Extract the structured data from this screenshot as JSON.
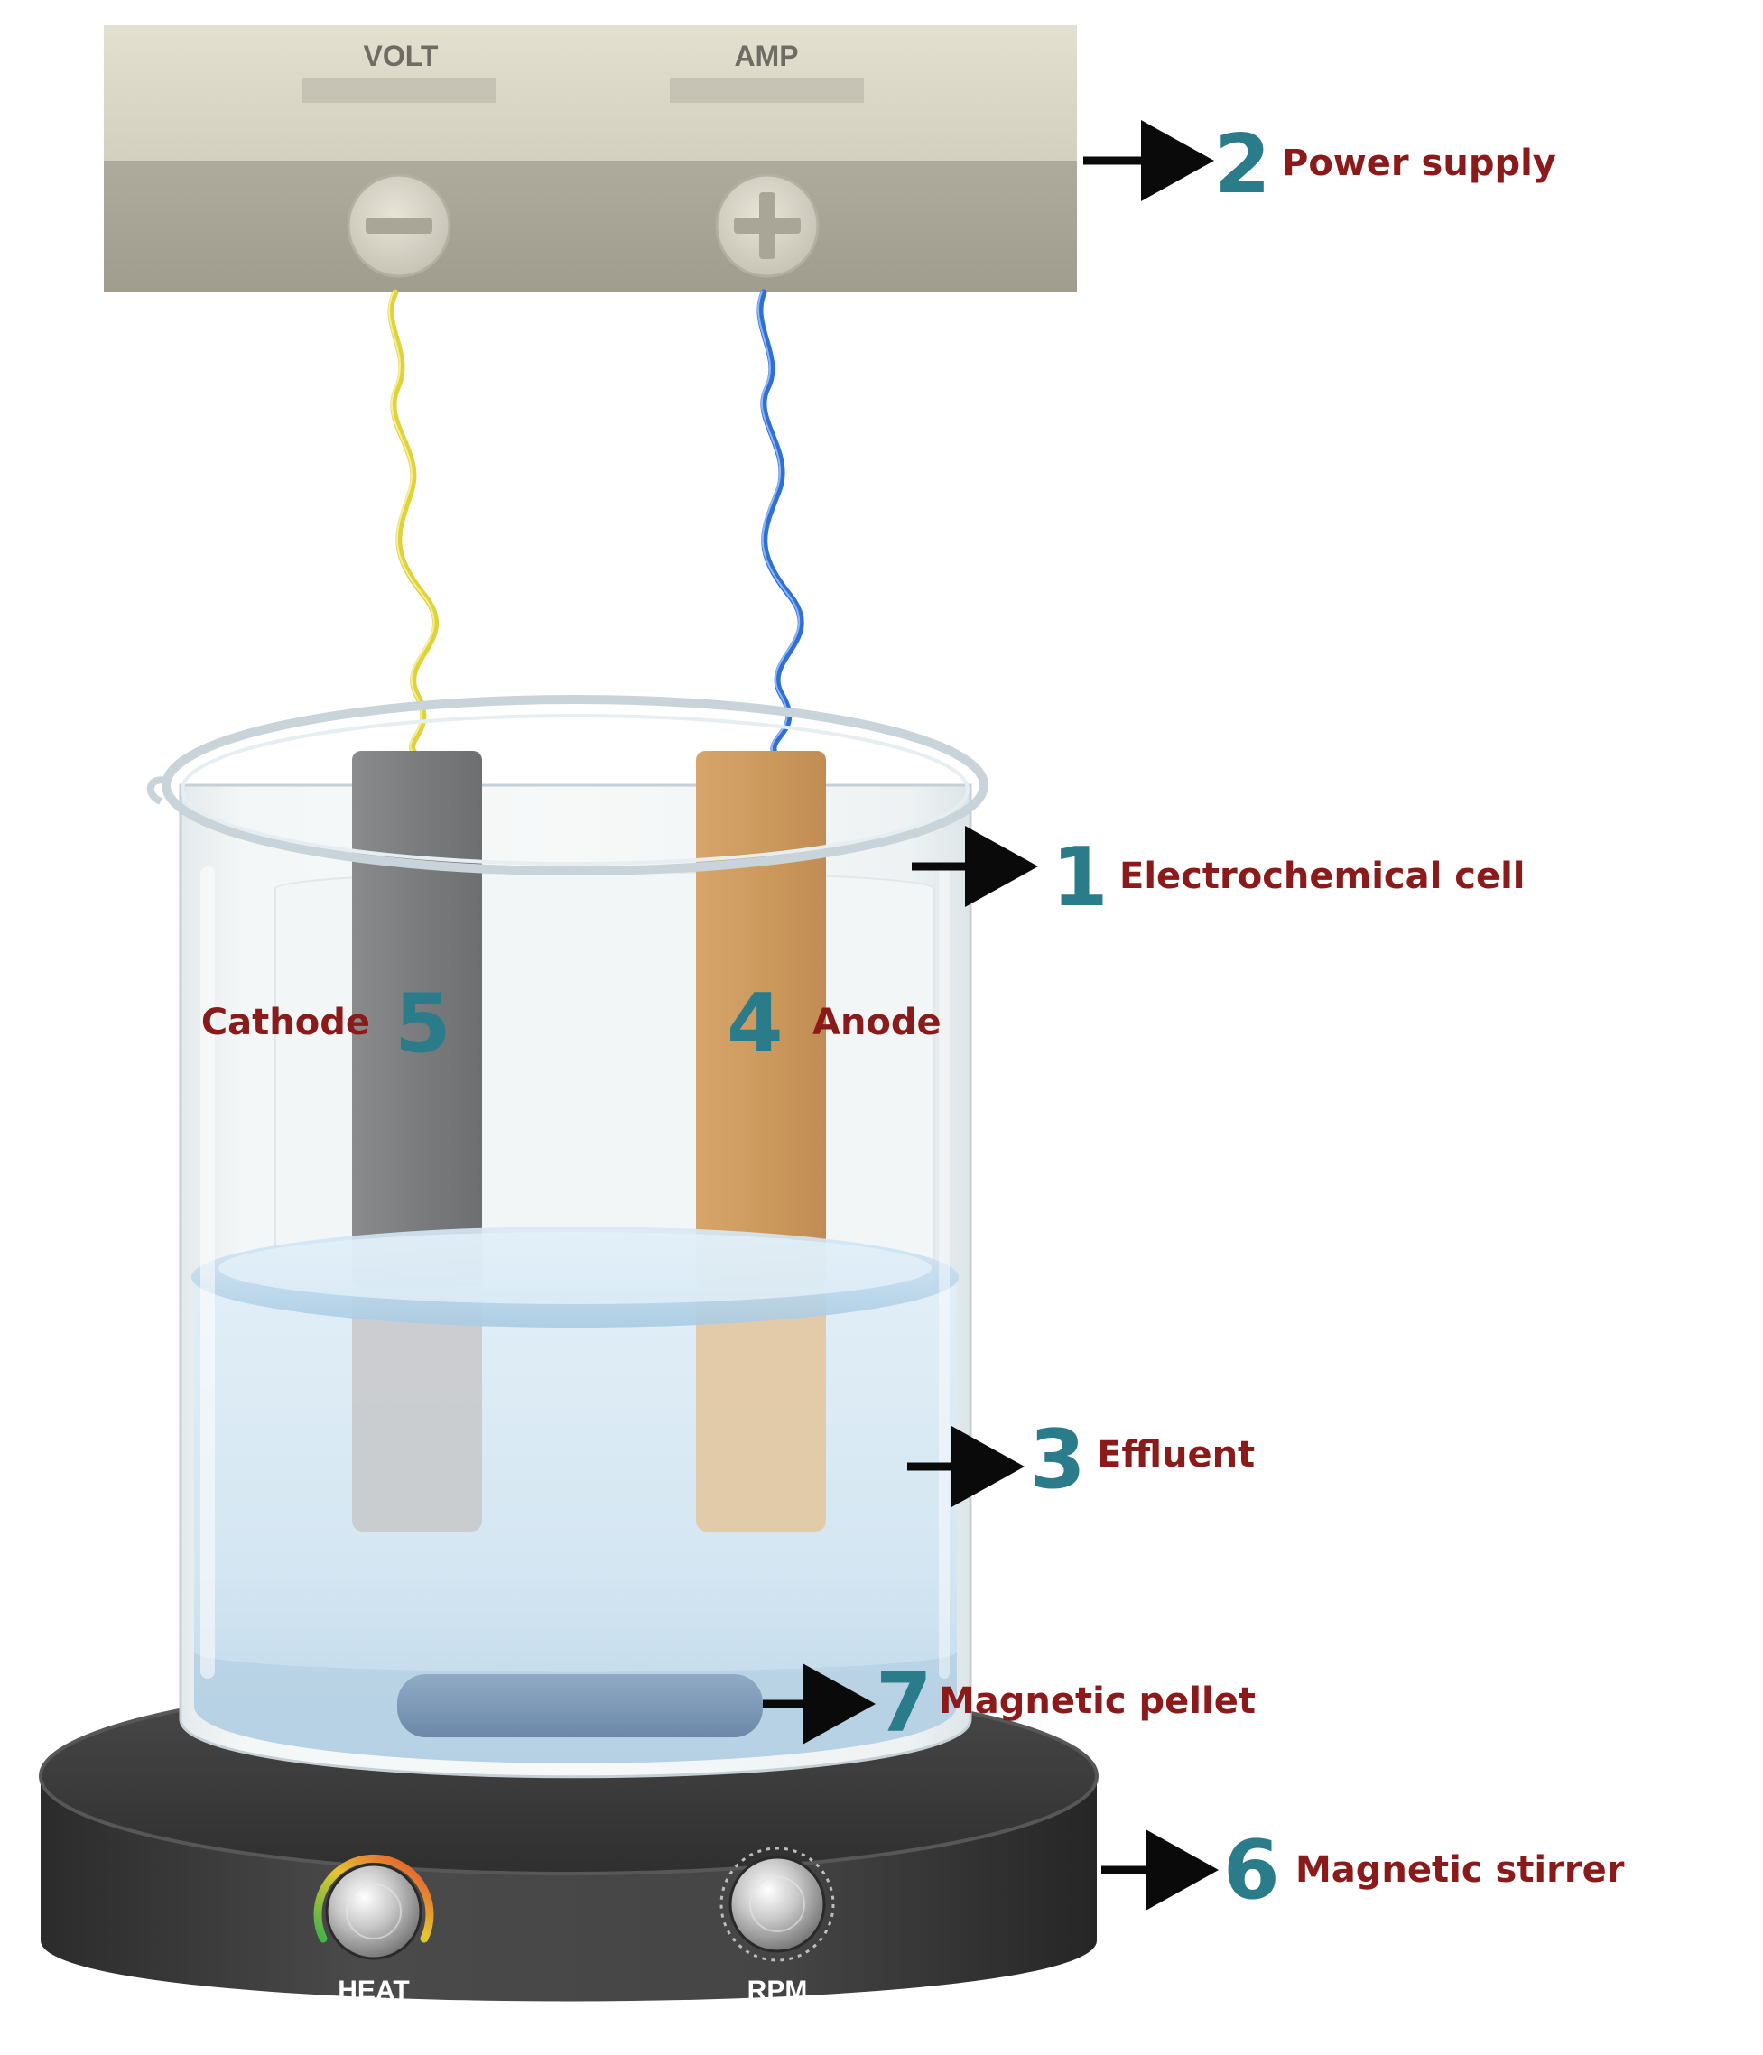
{
  "colors": {
    "label_text": "#8b1a1a",
    "number_text": "#2b7c8a",
    "arrow": "#0a0a0a",
    "power_supply_top": "#d9d6c5",
    "power_supply_bottom": "#a8a598",
    "meter_slot": "#c3c0b2",
    "wire_negative": "#e0d23a",
    "wire_positive": "#2f6fd8",
    "cathode": "#7d7e80",
    "anode": "#cf9a5f",
    "effluent": "#cfe4f2",
    "stirrer_body": "#3a3a3a",
    "pellet": "#6d89aa"
  },
  "power_supply": {
    "meter_labels": [
      "VOLT",
      "AMP"
    ],
    "terminal_negative_icon": "minus-icon",
    "terminal_positive_icon": "plus-icon"
  },
  "stirrer": {
    "knob_labels": [
      "HEAT",
      "RPM"
    ]
  },
  "callouts": [
    {
      "number": "1",
      "label": "Electrochemical cell"
    },
    {
      "number": "2",
      "label": "Power supply"
    },
    {
      "number": "3",
      "label": "Effluent"
    },
    {
      "number": "4",
      "label": "Anode"
    },
    {
      "number": "5",
      "label": "Cathode"
    },
    {
      "number": "6",
      "label": "Magnetic stirrer"
    },
    {
      "number": "7",
      "label": "Magnetic pellet"
    }
  ]
}
